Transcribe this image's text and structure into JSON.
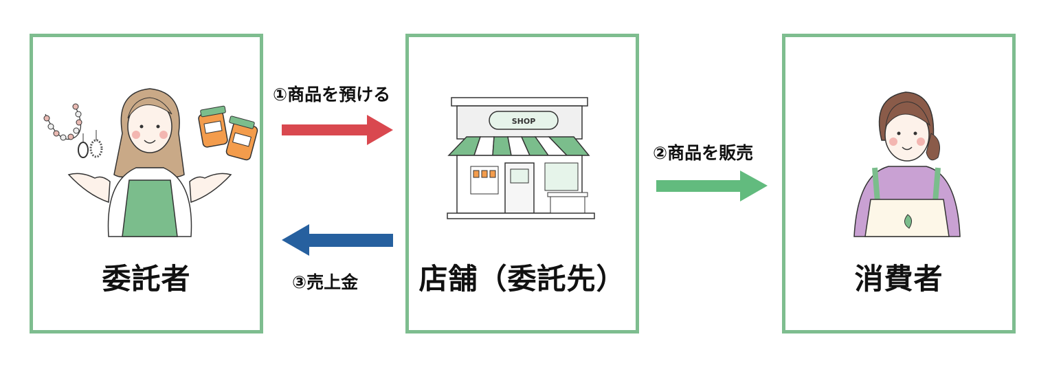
{
  "panels": {
    "consignor": {
      "title": "委託者"
    },
    "store": {
      "title": "店舗（委託先）",
      "shop_sign": "SHOP"
    },
    "consumer": {
      "title": "消費者"
    }
  },
  "flows": {
    "step1": {
      "label": "①商品を預ける",
      "direction": "right",
      "color": "#d9484f"
    },
    "step2": {
      "label": "②商品を販売",
      "direction": "right",
      "color": "#62bb7e"
    },
    "step3": {
      "label": "③売上金",
      "direction": "left",
      "color": "#26609f"
    }
  }
}
